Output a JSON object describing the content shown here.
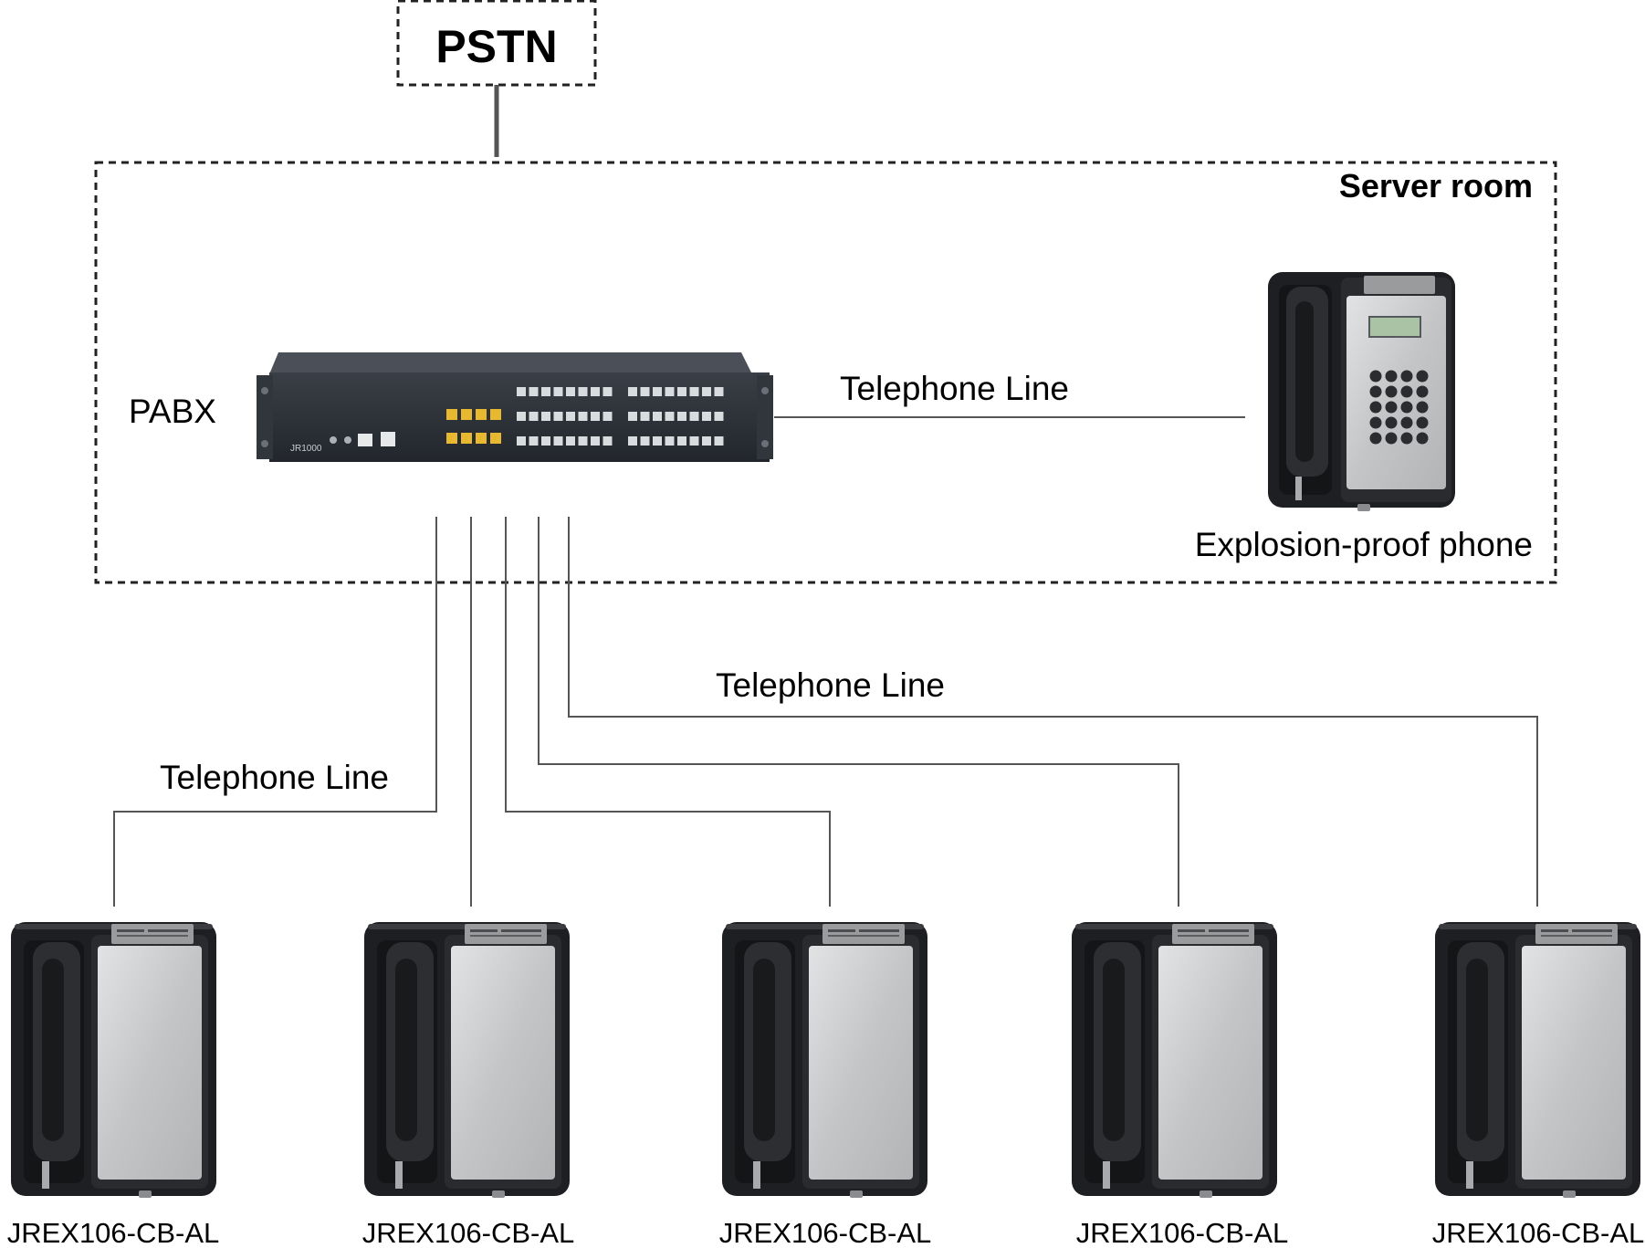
{
  "pstn": {
    "label": "PSTN"
  },
  "server_room": {
    "label": "Server room"
  },
  "pabx": {
    "label": "PABX",
    "model_text": "JR1000"
  },
  "line_labels": [
    "Telephone Line",
    "Telephone Line",
    "Telephone Line"
  ],
  "explosion_proof_phone": {
    "label": "Explosion-proof phone"
  },
  "phones": [
    {
      "label": "JREX106-CB-AL"
    },
    {
      "label": "JREX106-CB-AL"
    },
    {
      "label": "JREX106-CB-AL"
    },
    {
      "label": "JREX106-CB-AL"
    },
    {
      "label": "JREX106-CB-AL"
    }
  ],
  "colors": {
    "line": "#555555",
    "border": "#222222",
    "device_body": "#2b2f36",
    "phone_body": "#1e1f22",
    "steel_plate": "#c9cacb",
    "yellow_port": "#e8b830"
  }
}
